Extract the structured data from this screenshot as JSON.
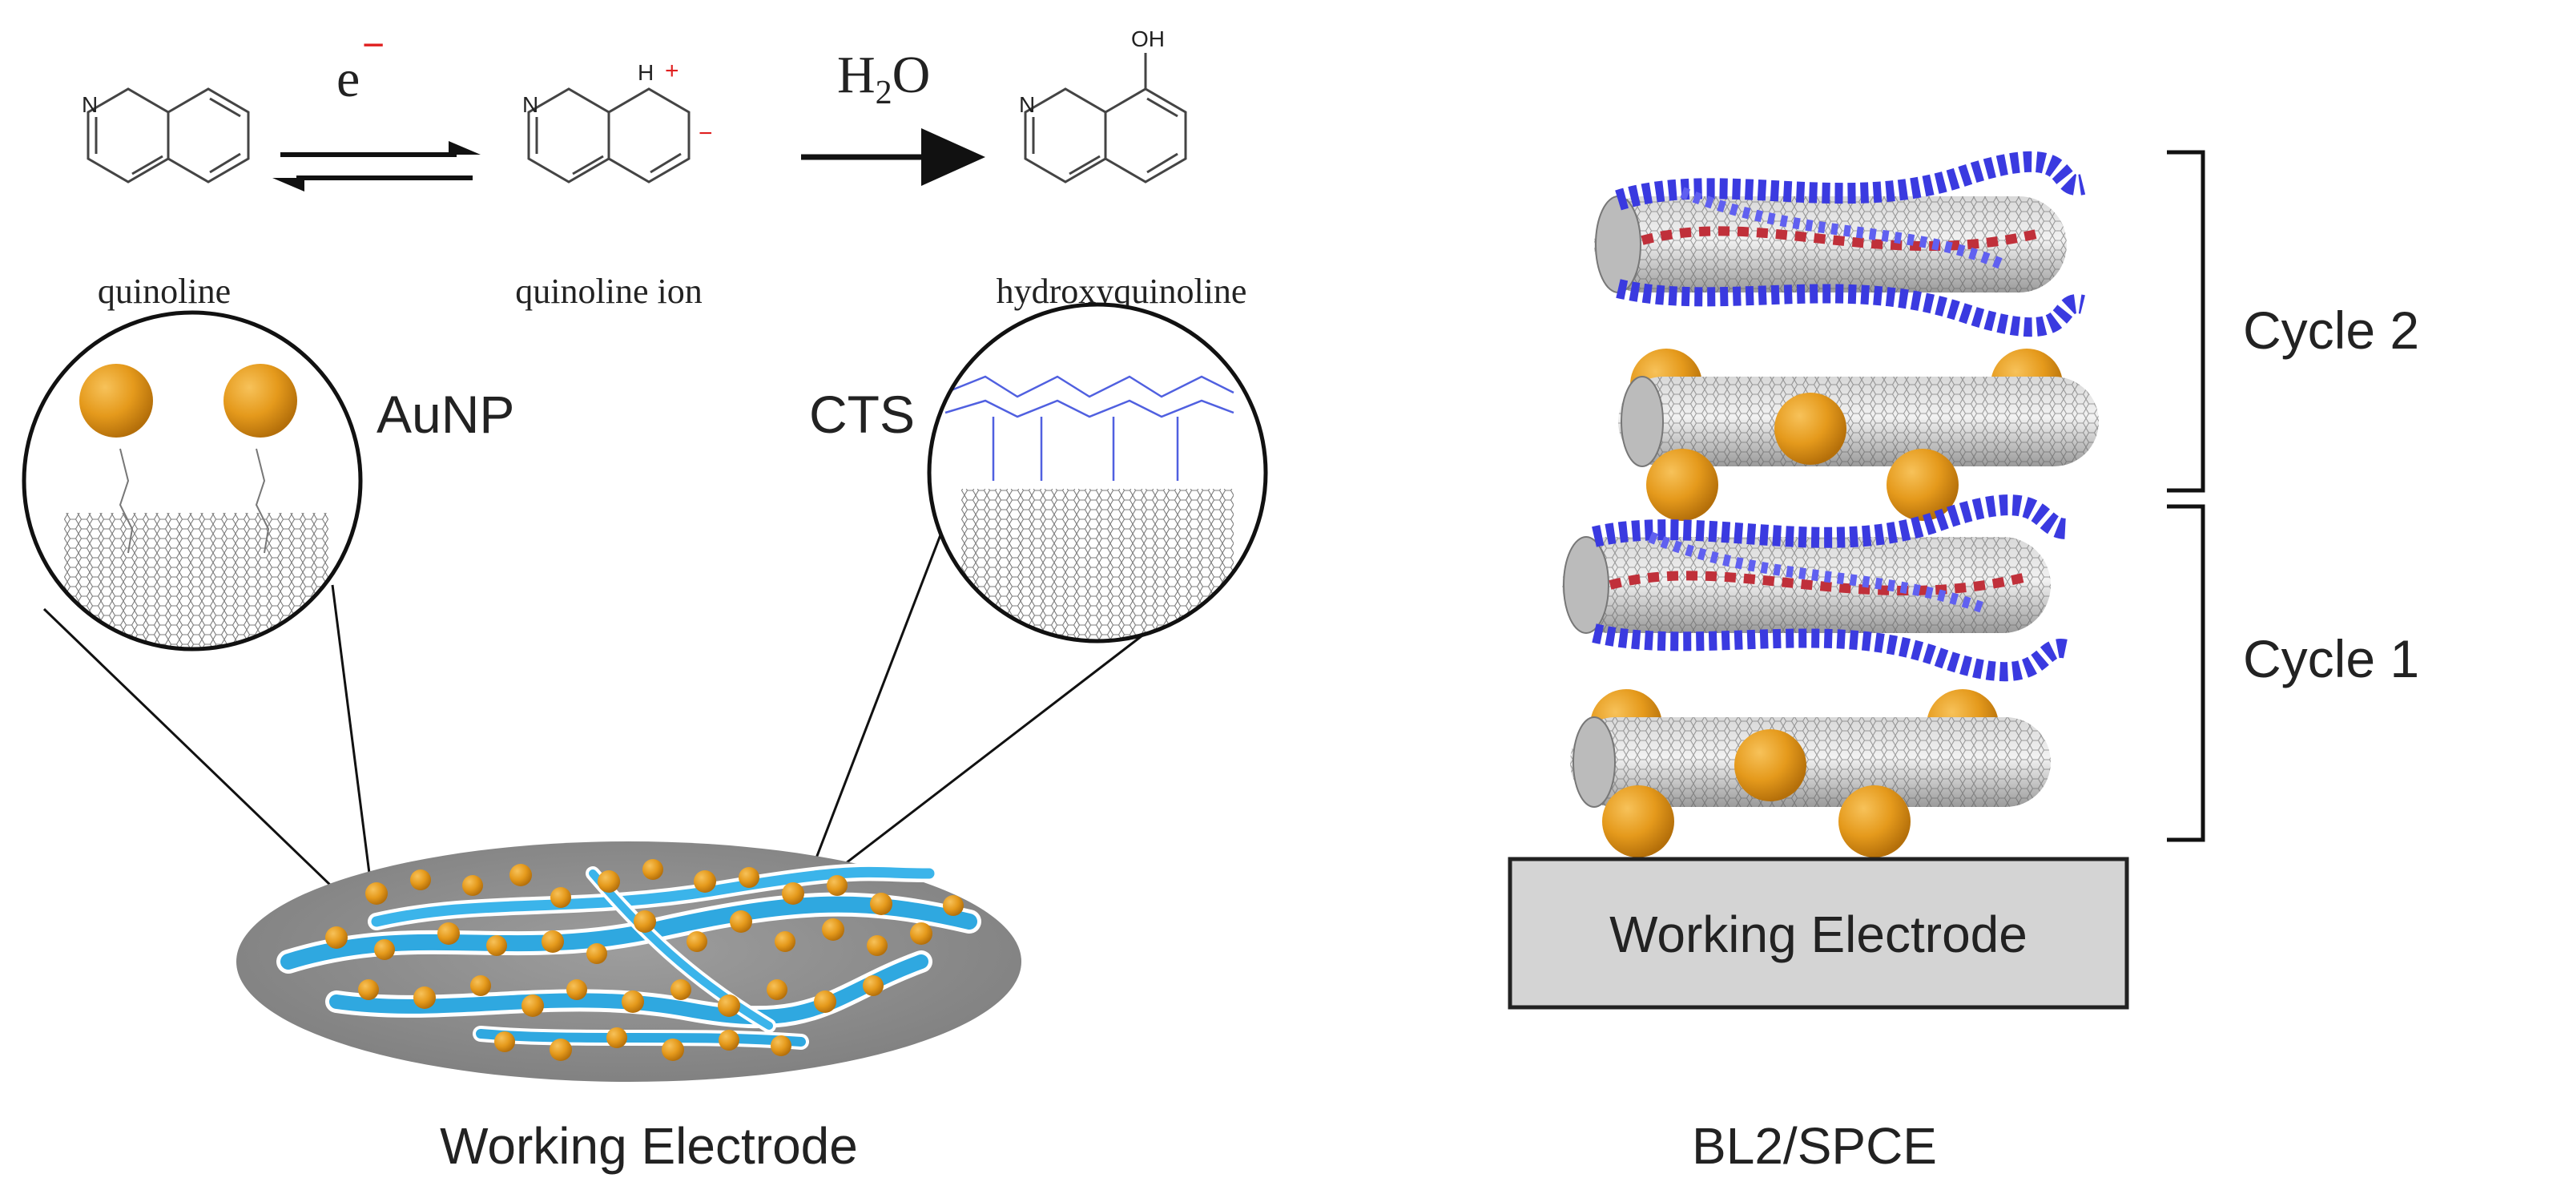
{
  "reaction": {
    "electron_label": "e",
    "electron_charge": "−",
    "water_label": "H",
    "water_sub": "2",
    "water_tail": "O",
    "n_label": "N",
    "h_label": "H",
    "oh_label": "OH",
    "plus_sign": "+",
    "minus_sign": "−",
    "quinoline": "quinoline",
    "quinoline_ion": "quinoline ion",
    "hydroxyquinoline": "hydroxyquinoline"
  },
  "left_panel": {
    "aunp_label": "AuNP",
    "cts_label": "CTS",
    "electrode_caption": "Working Electrode"
  },
  "right_panel": {
    "cycle2_label": "Cycle 2",
    "cycle1_label": "Cycle 1",
    "electrode_box_label": "Working Electrode",
    "caption": "BL2/SPCE"
  },
  "colors": {
    "gold_particle": "#E59A1C",
    "chitosan_blue": "#2FA8E0",
    "electrode_disc": "#8F8F8F",
    "electrode_box": "#D4D4D4",
    "nanotube": "#A9A9A9",
    "molecule_blue": "#3A3AE0",
    "molecule_red": "#C0303A"
  }
}
